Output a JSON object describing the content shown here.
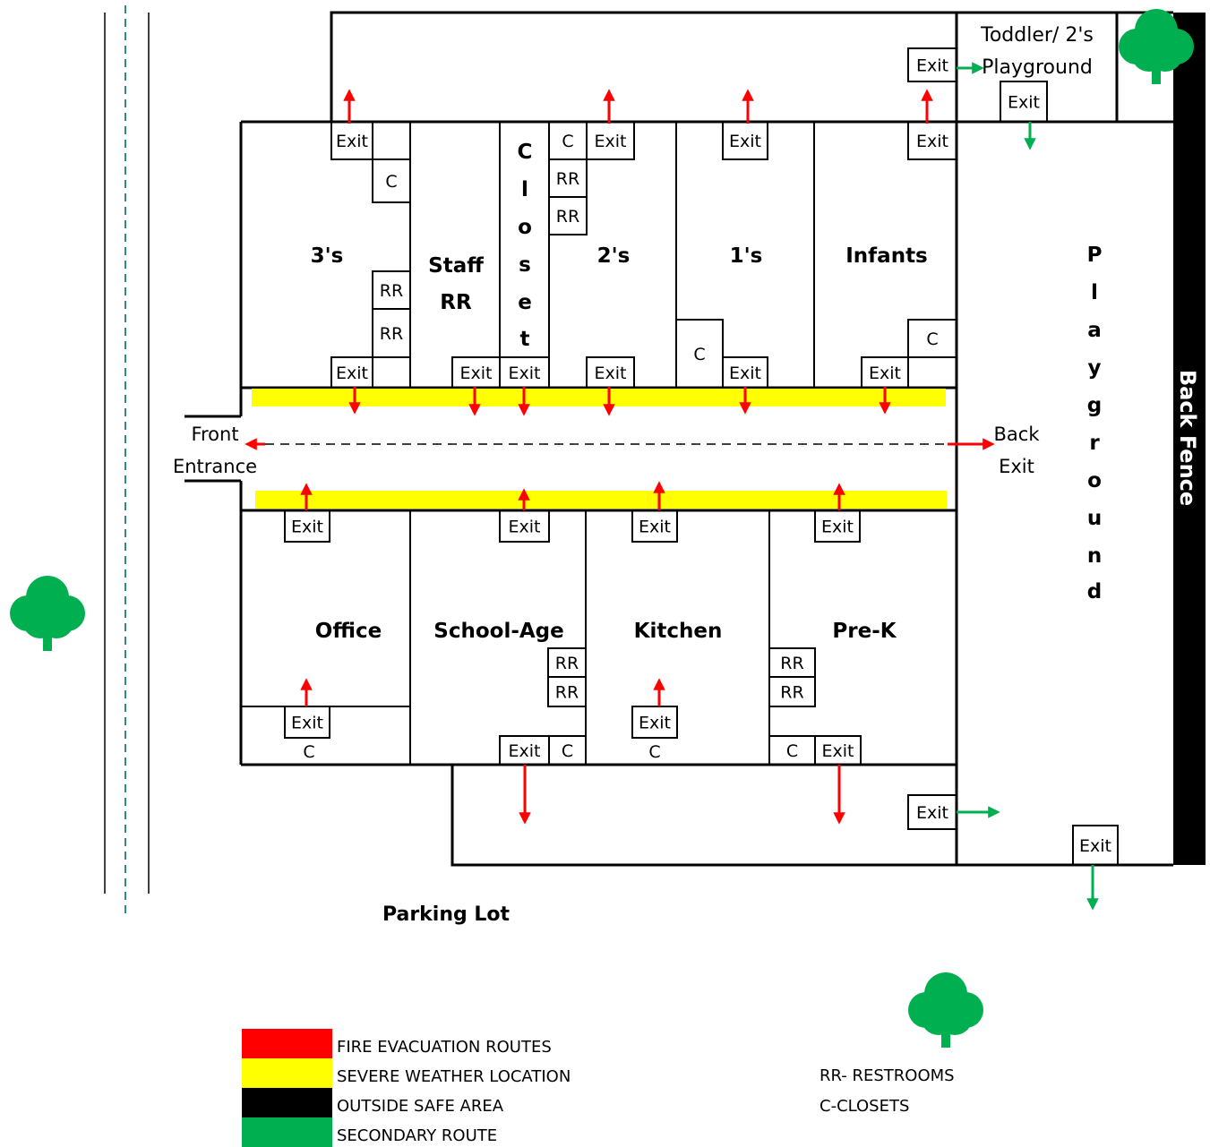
{
  "colors": {
    "fire": "#ff0000",
    "weather": "#ffff00",
    "safe": "#000000",
    "secondary": "#00b050",
    "tree": "#00b050",
    "hall_path": "#000000"
  },
  "rooms": {
    "threes": "3's",
    "staff_line1": "Staff",
    "staff_line2": "RR",
    "closet_letters": [
      "C",
      "l",
      "o",
      "s",
      "e",
      "t"
    ],
    "twos": "2's",
    "ones": "1's",
    "infants": "Infants",
    "office": "Office",
    "school_age": "School-Age",
    "kitchen": "Kitchen",
    "prek": "Pre-K",
    "toddler_line1": "Toddler/ 2's",
    "toddler_line2": "Playground"
  },
  "labels": {
    "front_line1": "Front",
    "front_line2": "Entrance",
    "back_line1": "Back",
    "back_line2": "Exit",
    "playground_letters": [
      "P",
      "l",
      "a",
      "y",
      "g",
      "r",
      "o",
      "u",
      "n",
      "d"
    ],
    "back_fence": "Back Fence",
    "parking_lot": "Parking Lot"
  },
  "markers": {
    "exit": "Exit",
    "closet": "C",
    "restroom": "RR"
  },
  "legend": {
    "items": [
      {
        "label": "FIRE EVACUATION ROUTES",
        "color": "#ff0000"
      },
      {
        "label": "SEVERE WEATHER LOCATION",
        "color": "#ffff00"
      },
      {
        "label": "OUTSIDE SAFE AREA",
        "color": "#000000"
      },
      {
        "label": "SECONDARY ROUTE",
        "color": "#00b050"
      }
    ],
    "notes": [
      "RR- RESTROOMS",
      "C-CLOSETS"
    ]
  },
  "trees": [
    "tree-icon",
    "tree-icon",
    "tree-icon"
  ]
}
